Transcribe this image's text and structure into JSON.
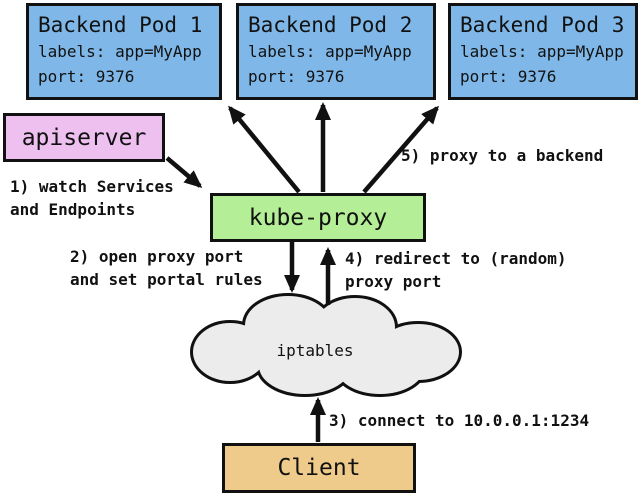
{
  "colors": {
    "background": "#ffffff",
    "pod_fill": "#7fb8e8",
    "apiserver_fill": "#eec0f0",
    "kube_proxy_fill": "#b4ee96",
    "iptables_fill": "#ececec",
    "client_fill": "#eecb8a",
    "line_stroke": "#111111"
  },
  "nodes": {
    "pods": [
      {
        "title": "Backend Pod 1",
        "labels_line": "labels: app=MyApp",
        "port_line": "port: 9376"
      },
      {
        "title": "Backend Pod 2",
        "labels_line": "labels: app=MyApp",
        "port_line": "port: 9376"
      },
      {
        "title": "Backend Pod 3",
        "labels_line": "labels: app=MyApp",
        "port_line": "port: 9376"
      }
    ],
    "apiserver": {
      "label": "apiserver"
    },
    "kube_proxy": {
      "label": "kube-proxy"
    },
    "iptables": {
      "label": "iptables"
    },
    "client": {
      "label": "Client"
    }
  },
  "annotations": {
    "step1": {
      "line1": "1) watch Services",
      "line2": "and Endpoints"
    },
    "step2": {
      "line1": "2) open proxy port",
      "line2": "and set portal rules"
    },
    "step3": {
      "line1": "3) connect to 10.0.0.1:1234"
    },
    "step4": {
      "line1": "4) redirect to (random)",
      "line2": "proxy port"
    },
    "step5": {
      "line1": "5) proxy to a backend"
    }
  }
}
